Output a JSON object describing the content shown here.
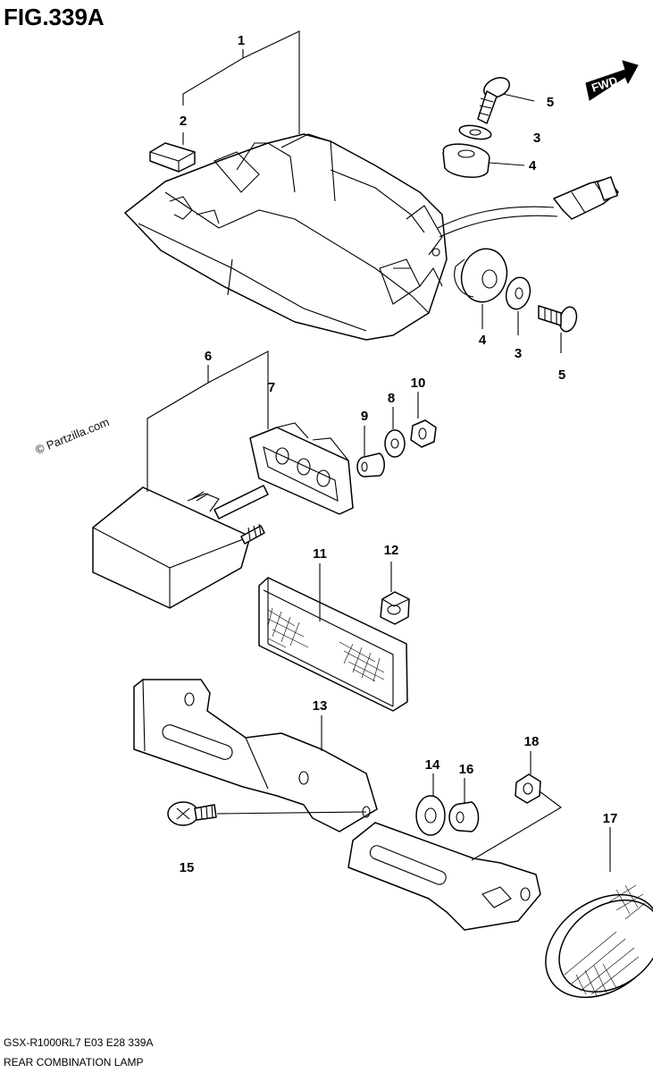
{
  "figure": {
    "title": "FIG.339A",
    "watermark": "© Partzilla.com",
    "direction_label": "FWD",
    "footer_model": "GSX-R1000RL7  E03  E28  339A",
    "footer_caption": "REAR COMBINATION LAMP"
  },
  "callouts": {
    "c1": "1",
    "c2": "2",
    "c3a": "3",
    "c3b": "3",
    "c4a": "4",
    "c4b": "4",
    "c5a": "5",
    "c5b": "5",
    "c6": "6",
    "c7": "7",
    "c8": "8",
    "c9": "9",
    "c10": "10",
    "c11": "11",
    "c12": "12",
    "c13": "13",
    "c14": "14",
    "c15": "15",
    "c16": "16",
    "c17": "17",
    "c18": "18"
  }
}
